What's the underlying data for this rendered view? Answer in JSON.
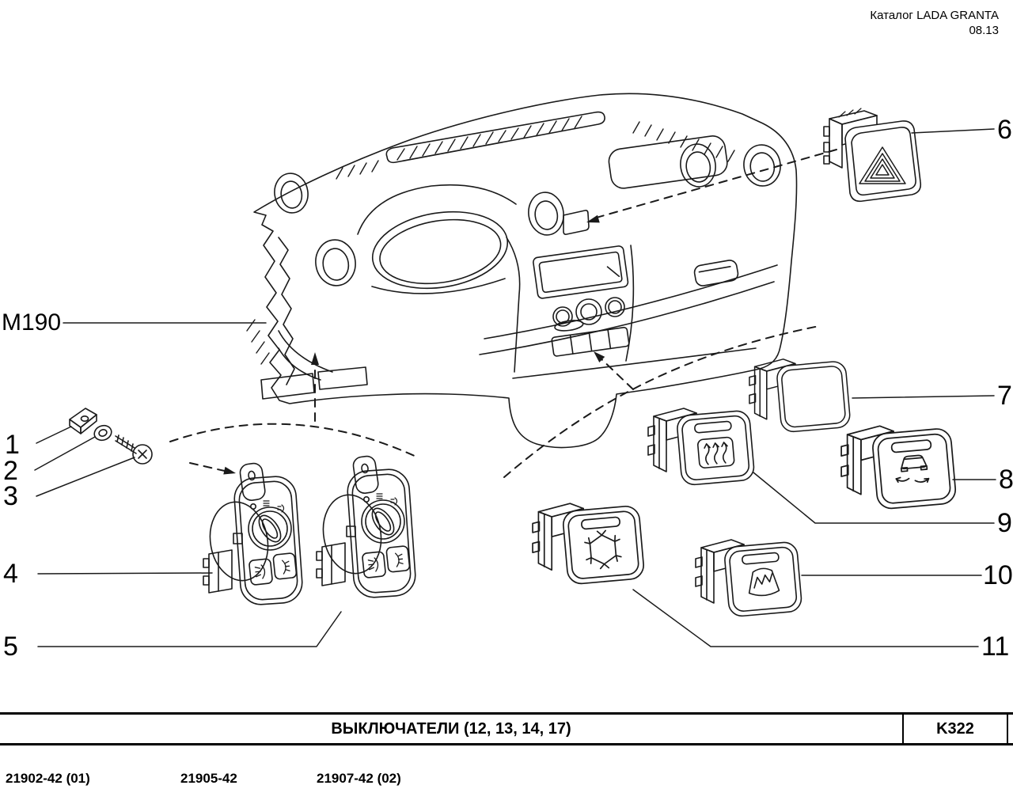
{
  "header": {
    "catalog_label": "Каталог  LADA  GRANTA",
    "edition": "08.13"
  },
  "callouts": {
    "m190": "M190",
    "n1": "1",
    "n2": "2",
    "n3": "3",
    "n4": "4",
    "n5": "5",
    "n6": "6",
    "n7": "7",
    "n8": "8",
    "n9": "9",
    "n10": "10",
    "n11": "11"
  },
  "footer": {
    "table_title": "ВЫКЛЮЧАТЕЛИ (12, 13, 14, 17)",
    "page_code": "K322",
    "variants": [
      "21902-42 (01)",
      "21905-42",
      "21907-42 (02)"
    ]
  },
  "icons": {
    "hazard": "hazard-triangle-icon",
    "esp": "stability-control-icon",
    "rear_defrost": "rear-window-defrost-icon",
    "windshield_defrost": "windshield-defrost-icon",
    "ac": "snowflake-icon"
  }
}
